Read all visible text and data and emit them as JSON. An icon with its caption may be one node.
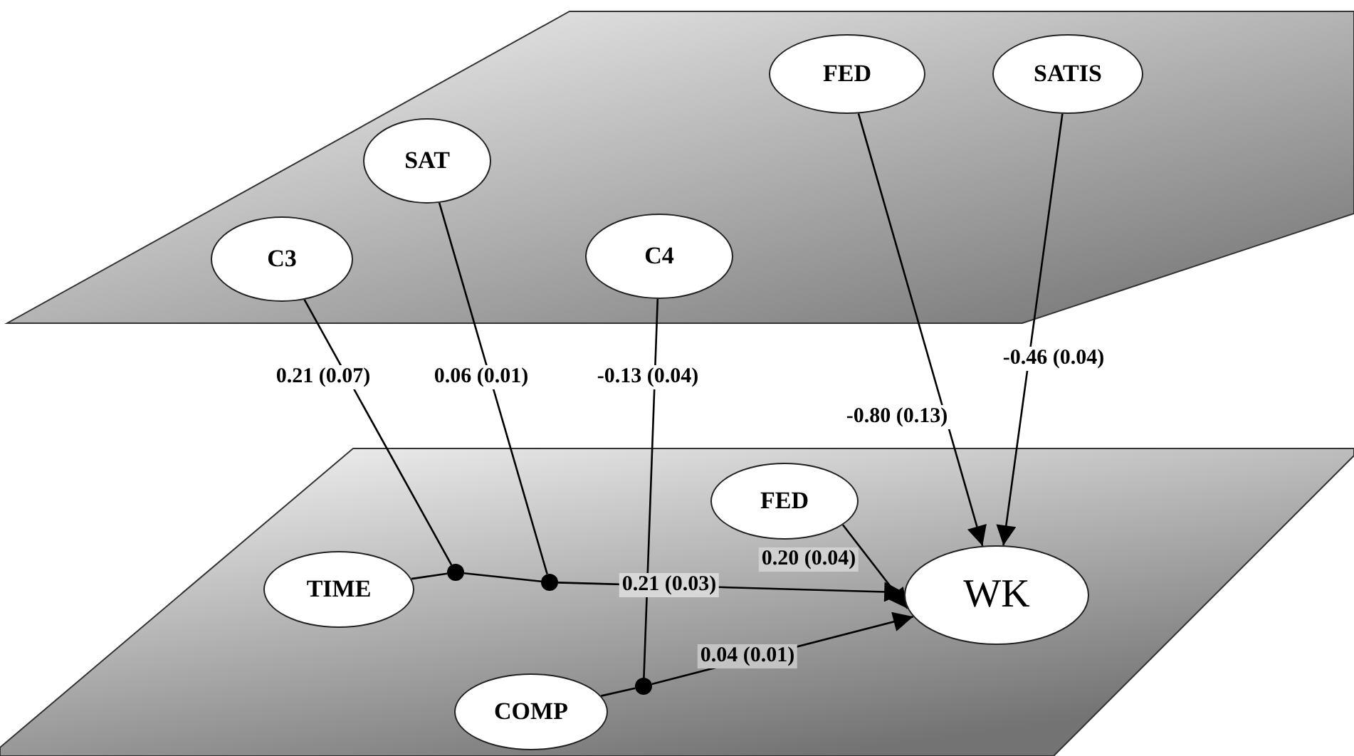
{
  "diagram": {
    "nodes": [
      {
        "text": [
          "FED"
        ]
      },
      {
        "text": [
          "SATIS"
        ]
      },
      {
        "text": [
          "SAT"
        ]
      },
      {
        "text": [
          "C3"
        ]
      },
      {
        "text": [
          "C4"
        ]
      },
      {
        "text": [
          "FED"
        ]
      },
      {
        "text": [],
        "shape": "circle"
      },
      {
        "text": [],
        "shape": "circle"
      },
      {
        "text": [
          "TIME"
        ]
      },
      {
        "text": [
          "WK"
        ]
      },
      {
        "text": [
          "COMP"
        ]
      },
      {
        "text": [],
        "shape": "circle"
      }
    ],
    "edges": [
      {
        "from": 3,
        "to": 6,
        "arrow": "none",
        "label": "0.21 (0.07)"
      },
      {
        "from": 2,
        "to": 7,
        "arrow": "none",
        "label": "0.06 (0.01)"
      },
      {
        "from": 4,
        "to": 11,
        "arrow": "none",
        "label": "-0.13 (0.04)"
      },
      {
        "from": 0,
        "to": 9,
        "arrow": "to",
        "label": "-0.80 (0.13)"
      },
      {
        "from": 1,
        "to": 9,
        "arrow": "to",
        "label": "-0.46 (0.04)"
      },
      {
        "from": 5,
        "to": 9,
        "arrow": "to",
        "label": "0.20 (0.04)"
      },
      {
        "from": 8,
        "to": 6,
        "arrow": "none"
      },
      {
        "from": 6,
        "to": 7,
        "arrow": "none"
      },
      {
        "from": 7,
        "to": 9,
        "arrow": "to",
        "label": "0.21 (0.03)"
      },
      {
        "from": 10,
        "to": 11,
        "arrow": "none"
      },
      {
        "from": 11,
        "to": 9,
        "arrow": "to",
        "label": "0.04 (0.01)"
      }
    ]
  }
}
